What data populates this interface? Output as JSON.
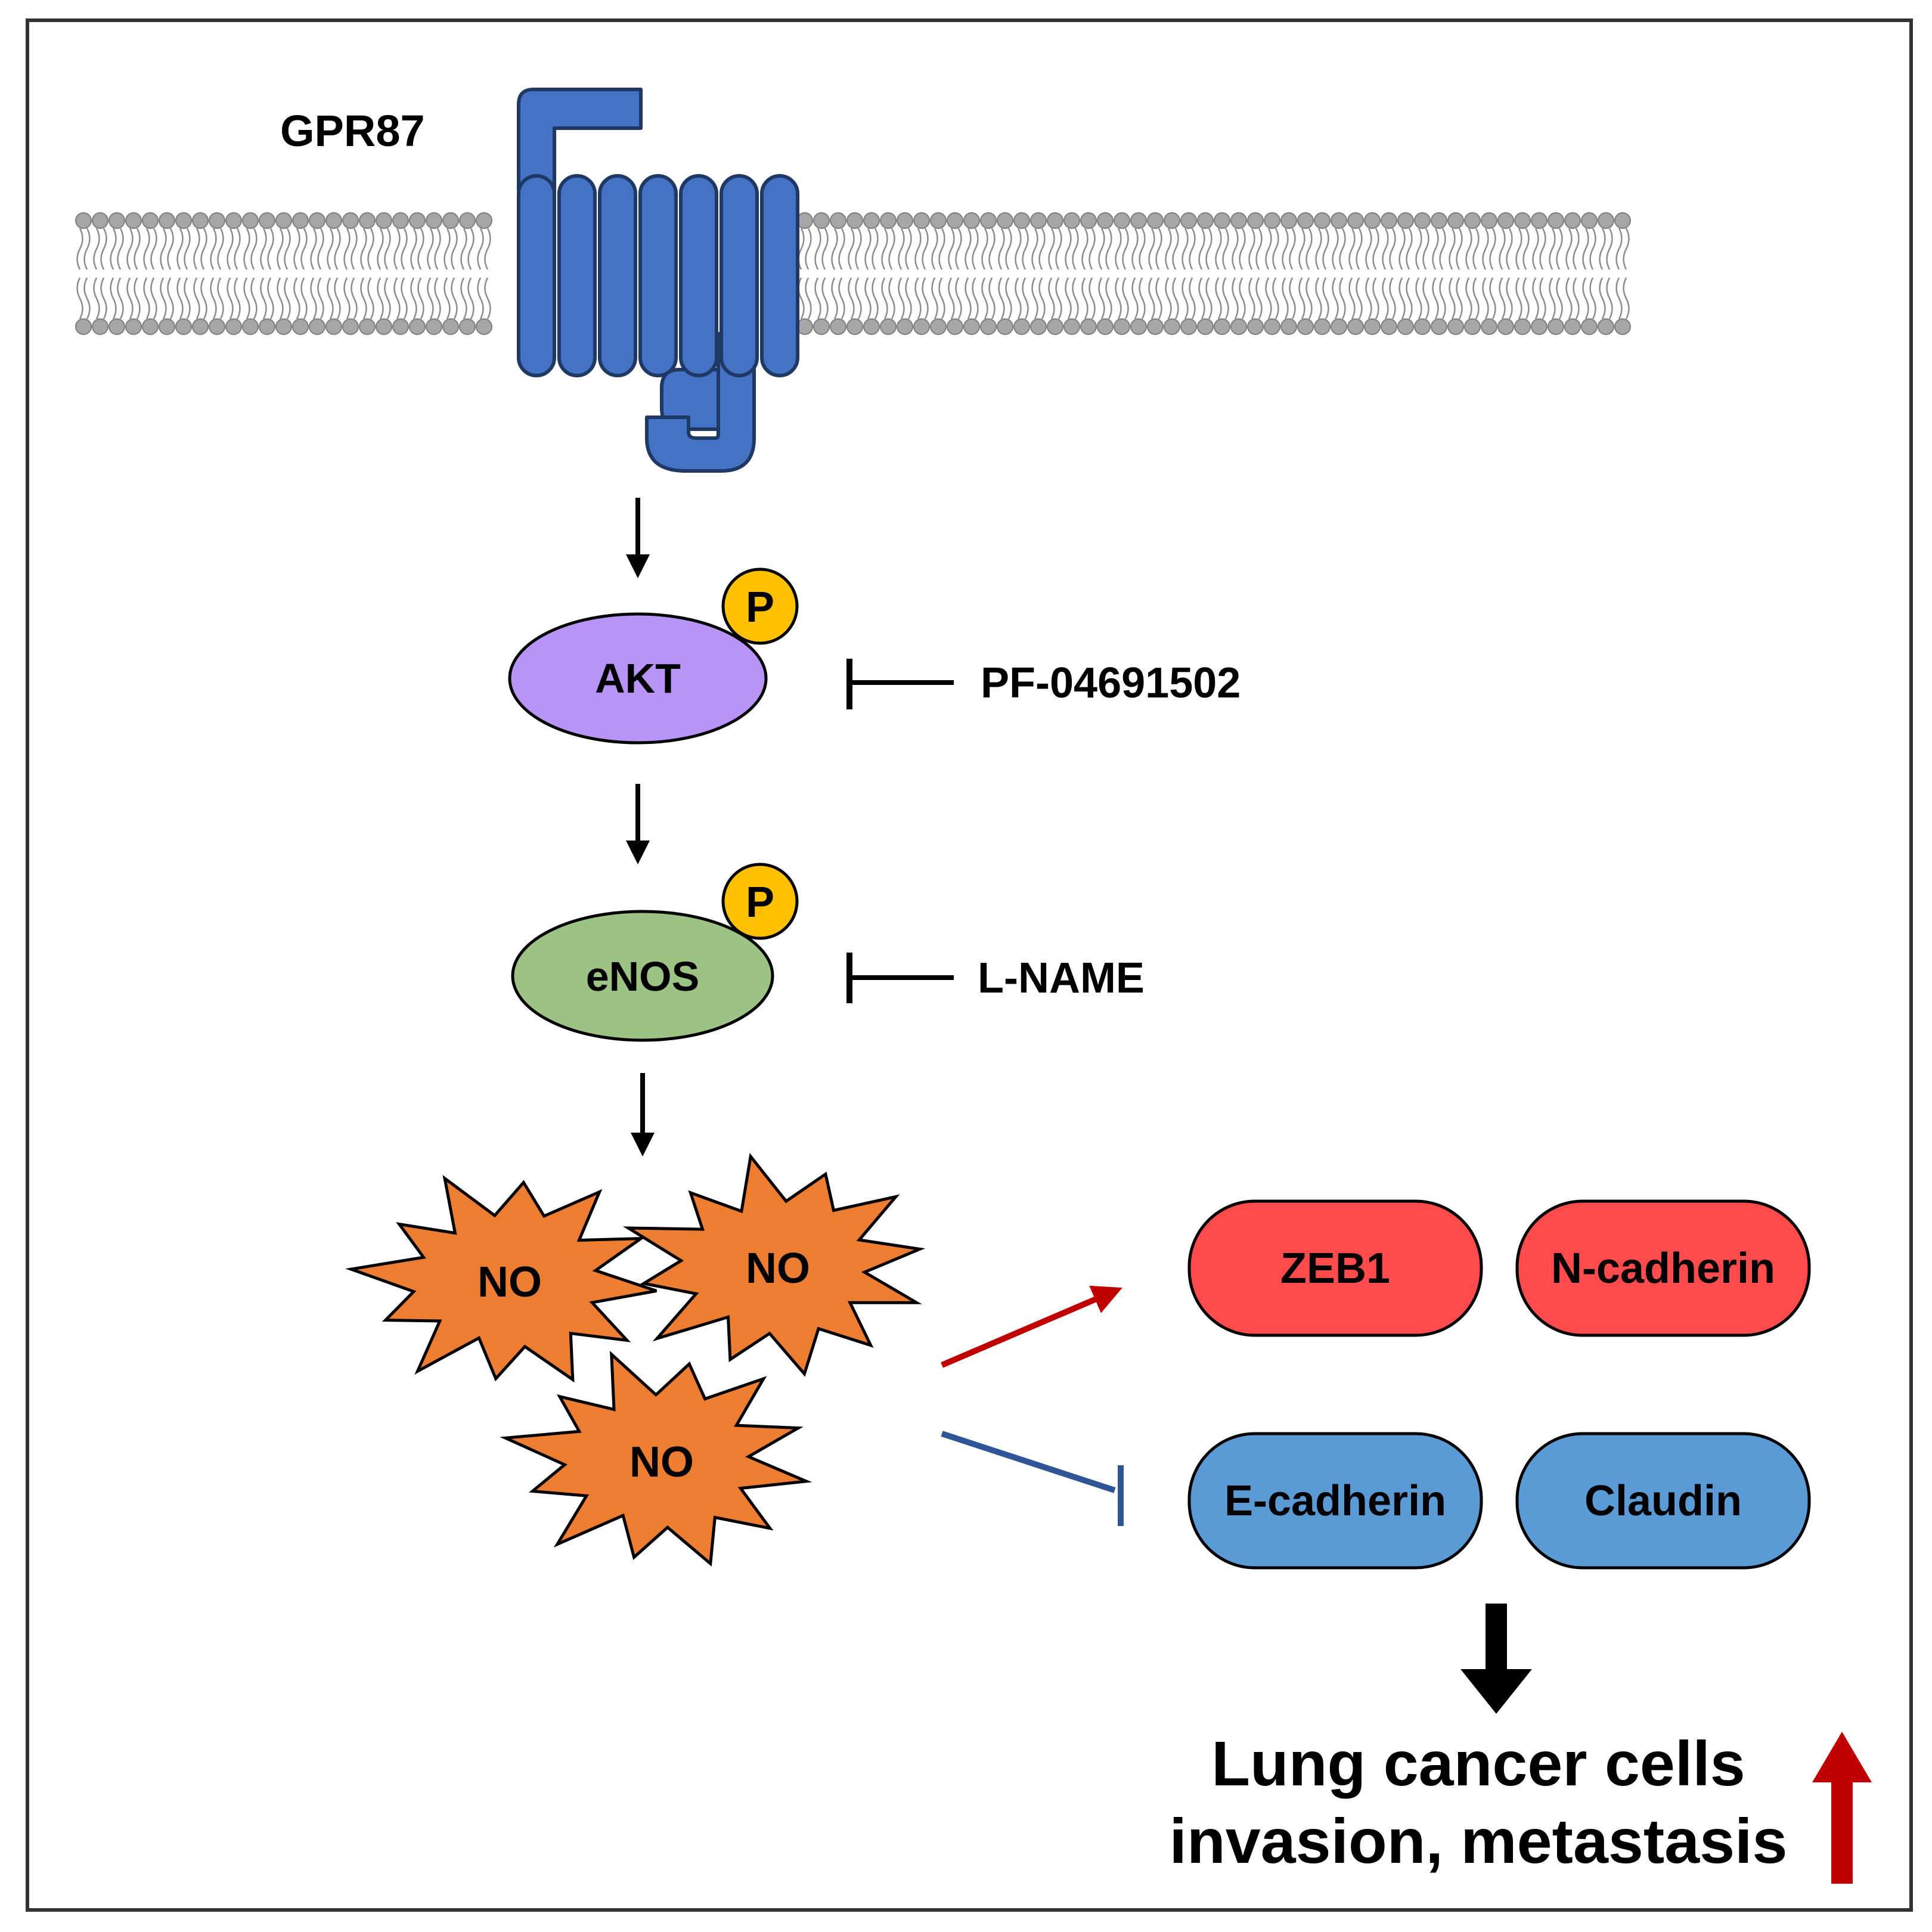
{
  "receptor": {
    "label": "GPR87",
    "color": "#4472C4"
  },
  "nodes": {
    "akt": {
      "label": "AKT",
      "color": "#B794F6"
    },
    "enos": {
      "label": "eNOS",
      "color": "#9DC384"
    },
    "phospho": {
      "label": "P",
      "color": "#FFC000"
    }
  },
  "inhibitors": {
    "akt": "PF-04691502",
    "enos": "L-NAME"
  },
  "no_molecules": {
    "label": "NO",
    "color": "#ED7D31"
  },
  "upregulated": {
    "color": "#FF4B4B",
    "items": [
      "ZEB1",
      "N-cadherin"
    ]
  },
  "downregulated": {
    "color": "#5B9BD5",
    "items": [
      "E-cadherin",
      "Claudin"
    ]
  },
  "outcome": {
    "line1": "Lung cancer cells",
    "line2": "invasion, metastasis",
    "arrow_color": "#C00000"
  },
  "membrane": {
    "color": "#A6A6A6"
  }
}
